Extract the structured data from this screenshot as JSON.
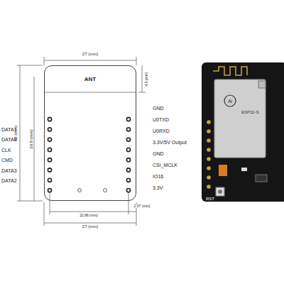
{
  "diagram": {
    "nodes": [
      {
        "text": [
          "ANT"
        ]
      }
    ],
    "labels": [
      "27 (mm)",
      "4.5 (mm)",
      "40 (mm)",
      "39.8 (mm)",
      "DATA1",
      "DATA0",
      "CLK",
      "CMD",
      "DATA3",
      "DATA2",
      "GND",
      "U0TXD",
      "U0RXD",
      "3.3V/5V Output",
      "GND",
      "CSI_MCLK",
      "IO16",
      "3.3V",
      "22.86 (mm)",
      "2.07 (mm)",
      "27 (mm)",
      "Ai",
      "ESP32-S",
      "RST"
    ]
  }
}
